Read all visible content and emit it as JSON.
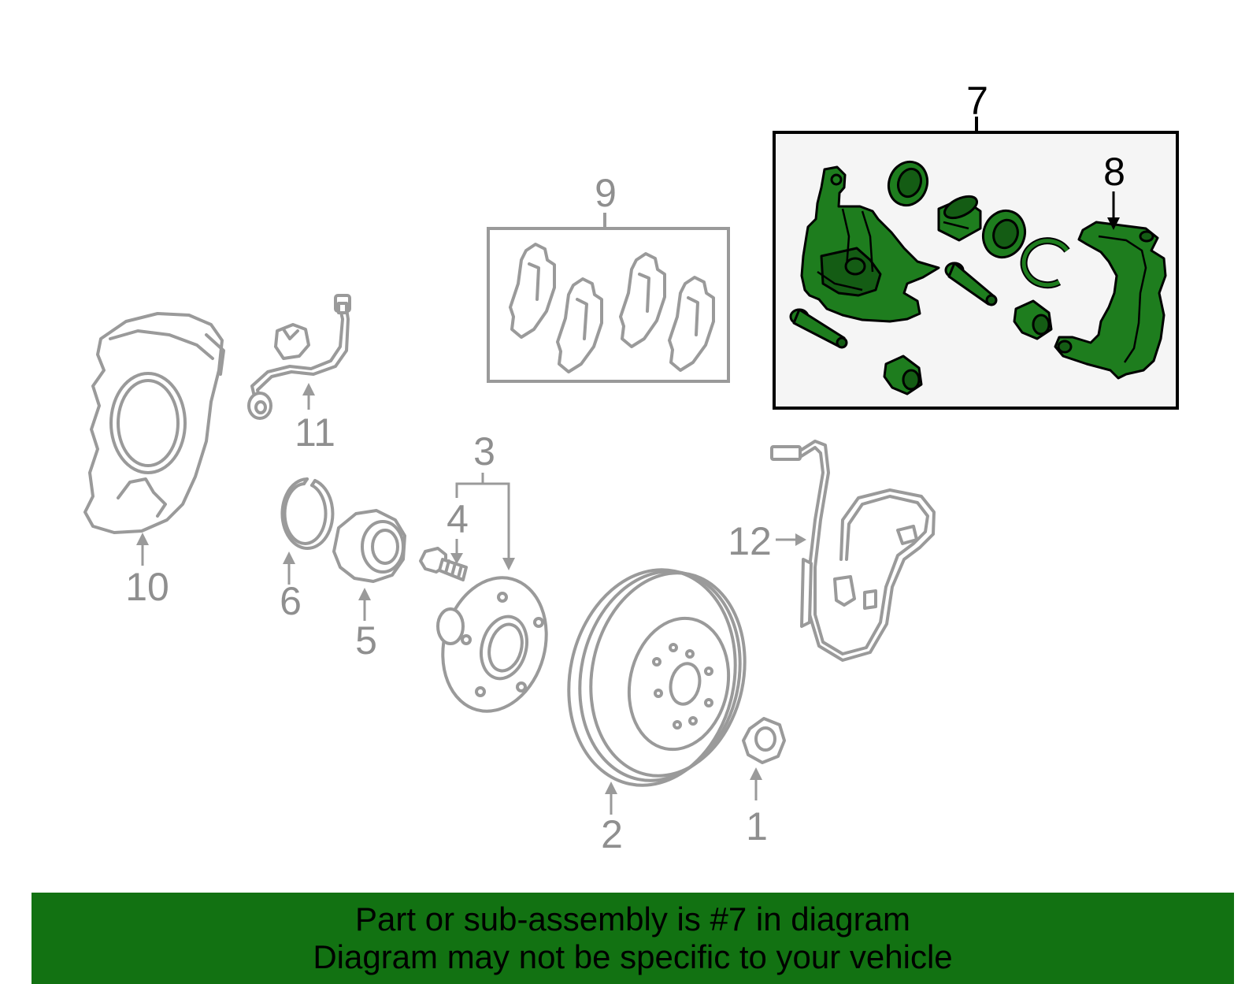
{
  "callouts": {
    "c1": "1",
    "c2": "2",
    "c3": "3",
    "c4": "4",
    "c5": "5",
    "c6": "6",
    "c7": "7",
    "c8": "8",
    "c9": "9",
    "c10": "10",
    "c11": "11",
    "c12": "12"
  },
  "highlight": {
    "part_number": "7",
    "color": "#1e7d1e"
  },
  "footer": {
    "line1": "Part or sub-assembly is #7 in diagram",
    "line2": "Diagram may not be specific to your vehicle",
    "background": "#127212"
  }
}
